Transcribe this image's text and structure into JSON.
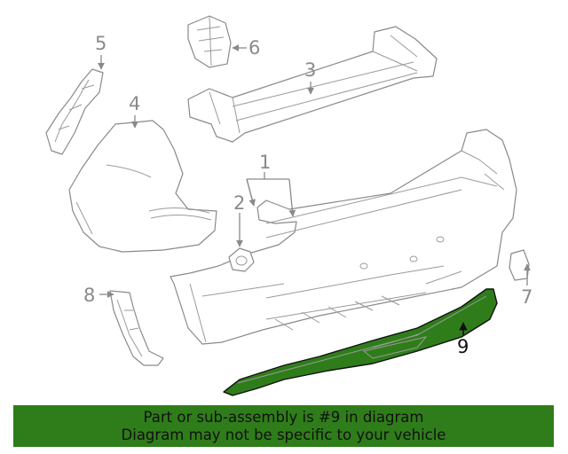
{
  "callouts": {
    "c1": "1",
    "c2": "2",
    "c3": "3",
    "c4": "4",
    "c5": "5",
    "c6": "6",
    "c7": "7",
    "c8": "8",
    "c9": "9"
  },
  "highlight_color": "#2f7d1a",
  "banner": {
    "line1": "Part or sub-assembly is #9 in diagram",
    "line2": "Diagram may not be specific to your vehicle"
  }
}
